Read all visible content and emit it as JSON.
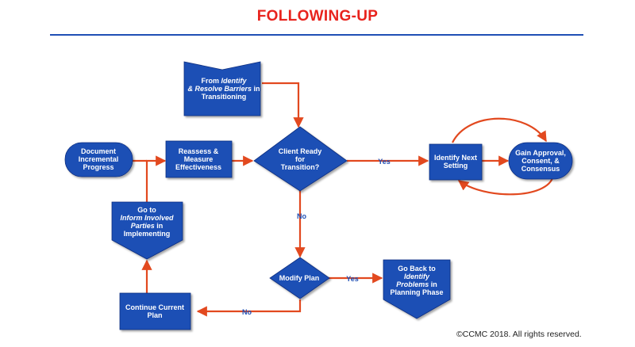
{
  "title": "FOLLOWING-UP",
  "colors": {
    "title": "#e8231d",
    "rule": "#1f4fb5",
    "node_fill": "#1f4fb5",
    "arrow": "#e2491f",
    "branch_label": "#1f4fb5"
  },
  "nodes": {
    "from_identify": [
      {
        "t": "From ",
        "i": false
      },
      {
        "t": "Identify",
        "i": true
      },
      {
        "t": "& Resolve Barriers",
        "i": true,
        "nl": true
      },
      {
        "t": " in",
        "i": false
      },
      {
        "t": "Transitioning",
        "i": false,
        "nl": true
      }
    ],
    "client_ready": [
      {
        "t": "Client Ready",
        "i": false
      },
      {
        "t": "for",
        "i": false,
        "nl": true
      },
      {
        "t": "Transition?",
        "i": false,
        "nl": true
      }
    ],
    "identify_next": [
      {
        "t": "Identify Next",
        "i": false
      },
      {
        "t": "Setting",
        "i": false,
        "nl": true
      }
    ],
    "gain_approval": [
      {
        "t": "Gain Approval,",
        "i": false
      },
      {
        "t": "Consent, &",
        "i": false,
        "nl": true
      },
      {
        "t": "Consensus",
        "i": false,
        "nl": true
      }
    ],
    "reassess": [
      {
        "t": "Reassess &",
        "i": false
      },
      {
        "t": "Measure",
        "i": false,
        "nl": true
      },
      {
        "t": "Effectiveness",
        "i": false,
        "nl": true
      }
    ],
    "document": [
      {
        "t": "Document",
        "i": false
      },
      {
        "t": "Incremental",
        "i": false,
        "nl": true
      },
      {
        "t": "Progress",
        "i": false,
        "nl": true
      }
    ],
    "go_to_inform": [
      {
        "t": "Go to",
        "i": false
      },
      {
        "t": "Inform Involved",
        "i": true,
        "nl": true
      },
      {
        "t": "Parties",
        "i": true,
        "nl": true
      },
      {
        "t": " in",
        "i": false
      },
      {
        "t": "Implementing",
        "i": false,
        "nl": true
      }
    ],
    "modify_plan": [
      {
        "t": "Modify Plan",
        "i": false
      }
    ],
    "go_back": [
      {
        "t": "Go Back to",
        "i": false
      },
      {
        "t": "Identify",
        "i": true,
        "nl": true
      },
      {
        "t": "Problems",
        "i": true,
        "nl": true
      },
      {
        "t": " in",
        "i": false
      },
      {
        "t": "Planning Phase",
        "i": false,
        "nl": true
      }
    ],
    "continue_plan": [
      {
        "t": "Continue Current",
        "i": false
      },
      {
        "t": "Plan",
        "i": false,
        "nl": true
      }
    ]
  },
  "branch_labels": {
    "yes_to_identify_next": "Yes",
    "no_to_modify_plan": "No",
    "yes_to_go_back": "Yes",
    "no_to_continue_plan": "No"
  },
  "copyright": "©CCMC 2018. All rights reserved."
}
